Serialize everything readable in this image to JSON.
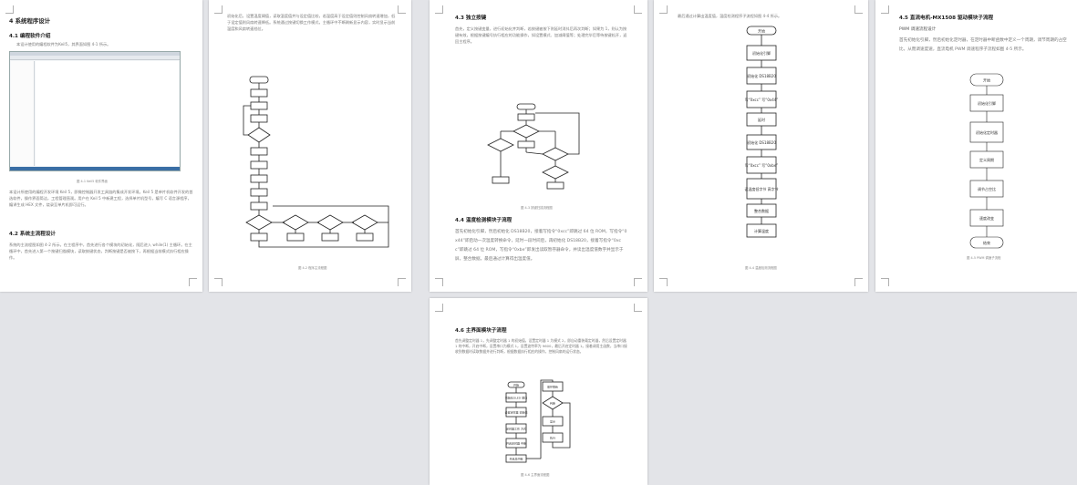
{
  "page1": {
    "chapter": "4 系统程序设计",
    "section_4_1": "4.1 编程软件介绍",
    "text_4_1": "本设计使用的编程软件为Keil5，其界面如图 4-1 所示。",
    "fig_4_1_caption": "图 4-1 Keil5 软件界面",
    "text_4_1_b": "本设计所使用的编程开发环境 Keil 5，即微控制器开发工具链的集成开发环境。Keil 5 是单片机软件开发的首选软件，操作界面简洁，工程管理直观。用户在 Keil 5 中新建工程，选择单片机型号，编写 C 语言源程序，编译生成 HEX 文件，烧录至单片机即可运行。",
    "section_4_2": "4.2 系统主流程设计",
    "text_4_2": "系统的主流程图如图 4-2 所示。在主程序中，首先进行各个模块的初始化，随后进入 while(1) 主循环。在主循环中，首先进入第一个按键扫描模块，读取按键状态，判断按键是否被按下，再根据当前模式执行相应操作。"
  },
  "page2": {
    "text": "初始化后，设置温度阈值，读取温度值并与设定值比较，若温度高于设定值则控制风扇转速增加，低于设定值则风扇转速降低。系统通过按键切换工作模式，主循环中不断刷新显示内容，实时显示当前温度和风扇转速档位。",
    "fig_caption": "图 4-2  程序主流程图"
  },
  "page3": {
    "section_4_3": "4.3 独立按键",
    "text_4_3": "首先，定义按键变量，进行初始化并判断，若按键被按下则延时消抖后再次判断；如果为 1，则认为按键有效，根据按键编号执行相应的功能操作，如设置模式、加减阈值等；处理完毕后等待按键松开，返回主程序。",
    "fig_caption": "图 4-3 按键扫描流程图",
    "section_4_4": "4.4 温度检测模块子流程",
    "text_4_4": "首先初始化引脚，然后初始化 DS18B20，接着写指令“0xcc”即跳过 64 位 ROM，写指令“0x44”即启动一次温度转换命令，延时一段时间后，再初始化 DS18B20，接着写指令“0xcc”即跳过 64 位 ROM，写指令“0xbe”即发出读取暂存器命令，并读出温度值数字并显示于屏，整合数据，最后通过计算得出温度值。"
  },
  "page4": {
    "text": "最后通过计算出温度值，温度检测程序子流程如图 4-4 所示。",
    "fig_caption": "图 4-4 温度检测流程图",
    "nodes": [
      "开始",
      "初始化引脚",
      "初始化 DS18B20",
      "写“0xcc” 写“0x44”",
      "延时",
      "初始化 DS18B20",
      "写“0xcc” 写“0xbe”",
      "读温度低字节 高字节",
      "整合数据",
      "计算温度"
    ]
  },
  "page5": {
    "section_4_5": "4.5 直流电机-MX1508 驱动模块子流程",
    "subsection": "PWM 调速流程设计",
    "text": "首先初始化引脚，然后初始化定时器，在定时器中断函数中定义一个周期，调节周期的占空比，从而调速度速，直流电机 PWM 调速程序子流程如图 4-5 所示。",
    "fig_caption": "图 4-5 PWM 调速子流程",
    "nodes": [
      "开始",
      "初始化引脚",
      "初始化定时器",
      "定义周期",
      "调节占空比",
      "速度改变",
      "结束"
    ]
  },
  "page6": {
    "section_4_6": "4.6 主界面模块子流程",
    "text": "首先调整定时器 1，先调整定时器 1 的初始值，设置定时器 1 为模式 2，即自动重装载定时器，然后设置定时器 1 的中断，开启中断，设置串口为模式 1，设置波特率为 9600，最后开启定时器 1。接着调用主函数，当串口接收到数据时读取数据并进行判断，根据数据执行相应的操作，控制风扇的运行状态。",
    "fig_caption": "图 4-6 主界面流程图",
    "nodes": [
      "开始",
      "初始化OLED 端口",
      "设置定时器 初始值",
      "定时器工作 方式",
      "开启定时器 中断",
      "开启总中断",
      "循环刷新",
      "判断",
      "显示",
      "执行"
    ]
  },
  "colors": {
    "canvas": "#e3e4e8",
    "page": "#ffffff",
    "heading": "#222222",
    "body_text": "#777777"
  }
}
